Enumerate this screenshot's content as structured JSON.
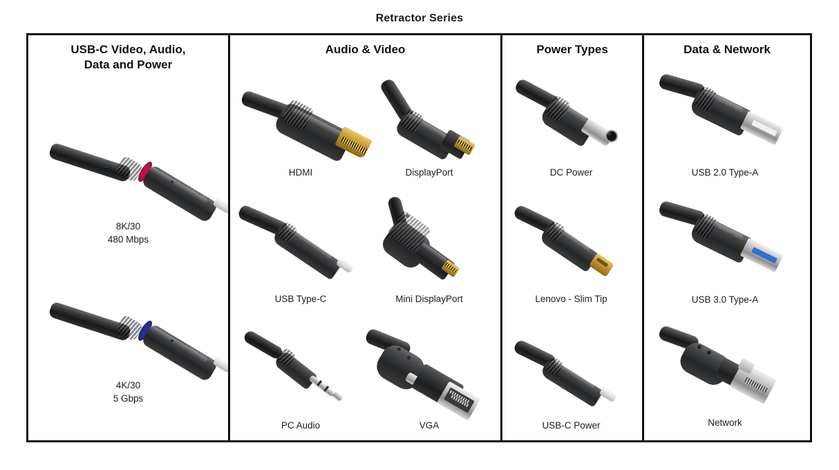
{
  "title": "Retractor Series",
  "columns": [
    {
      "id": "usb-c-multi",
      "header": "USB-C Video, Audio,\nData and Power",
      "items": [
        {
          "name": "usb-c-8k",
          "caption": "8K/30\n480 Mbps",
          "connector": "usb-c",
          "ring_color": "#c8104f"
        },
        {
          "name": "usb-c-4k",
          "caption": "4K/30\n5 Gbps",
          "connector": "usb-c",
          "ring_color": "#2b2f9e"
        }
      ]
    },
    {
      "id": "audio-video",
      "header": "Audio & Video",
      "items": [
        {
          "name": "hdmi",
          "caption": "HDMI",
          "connector": "hdmi"
        },
        {
          "name": "displayport",
          "caption": "DisplayPort",
          "connector": "displayport"
        },
        {
          "name": "usb-type-c",
          "caption": "USB Type-C",
          "connector": "usb-c-plain"
        },
        {
          "name": "mini-displayport",
          "caption": "Mini DisplayPort",
          "connector": "mini-displayport"
        },
        {
          "name": "pc-audio",
          "caption": "PC Audio",
          "connector": "audio-jack"
        },
        {
          "name": "vga",
          "caption": "VGA",
          "connector": "vga"
        }
      ]
    },
    {
      "id": "power-types",
      "header": "Power Types",
      "items": [
        {
          "name": "dc-power",
          "caption": "DC Power",
          "connector": "dc-barrel"
        },
        {
          "name": "lenovo-slim-tip",
          "caption": "Lenovo - Slim Tip",
          "connector": "slim-tip"
        },
        {
          "name": "usb-c-power",
          "caption": "USB-C Power",
          "connector": "usb-c-plain"
        }
      ]
    },
    {
      "id": "data-network",
      "header": "Data & Network",
      "items": [
        {
          "name": "usb-2-type-a",
          "caption": "USB 2.0 Type-A",
          "connector": "usb-a",
          "tongue_color": "#f0f0f0"
        },
        {
          "name": "usb-3-type-a",
          "caption": "USB 3.0 Type-A",
          "connector": "usb-a",
          "tongue_color": "#2f6fd0"
        },
        {
          "name": "network",
          "caption": "Network",
          "connector": "rj45"
        }
      ]
    }
  ],
  "colors": {
    "frame": "#111111",
    "title_text": "#1a1a1a",
    "caption_text": "#1b1b1b",
    "background": "#ffffff"
  }
}
